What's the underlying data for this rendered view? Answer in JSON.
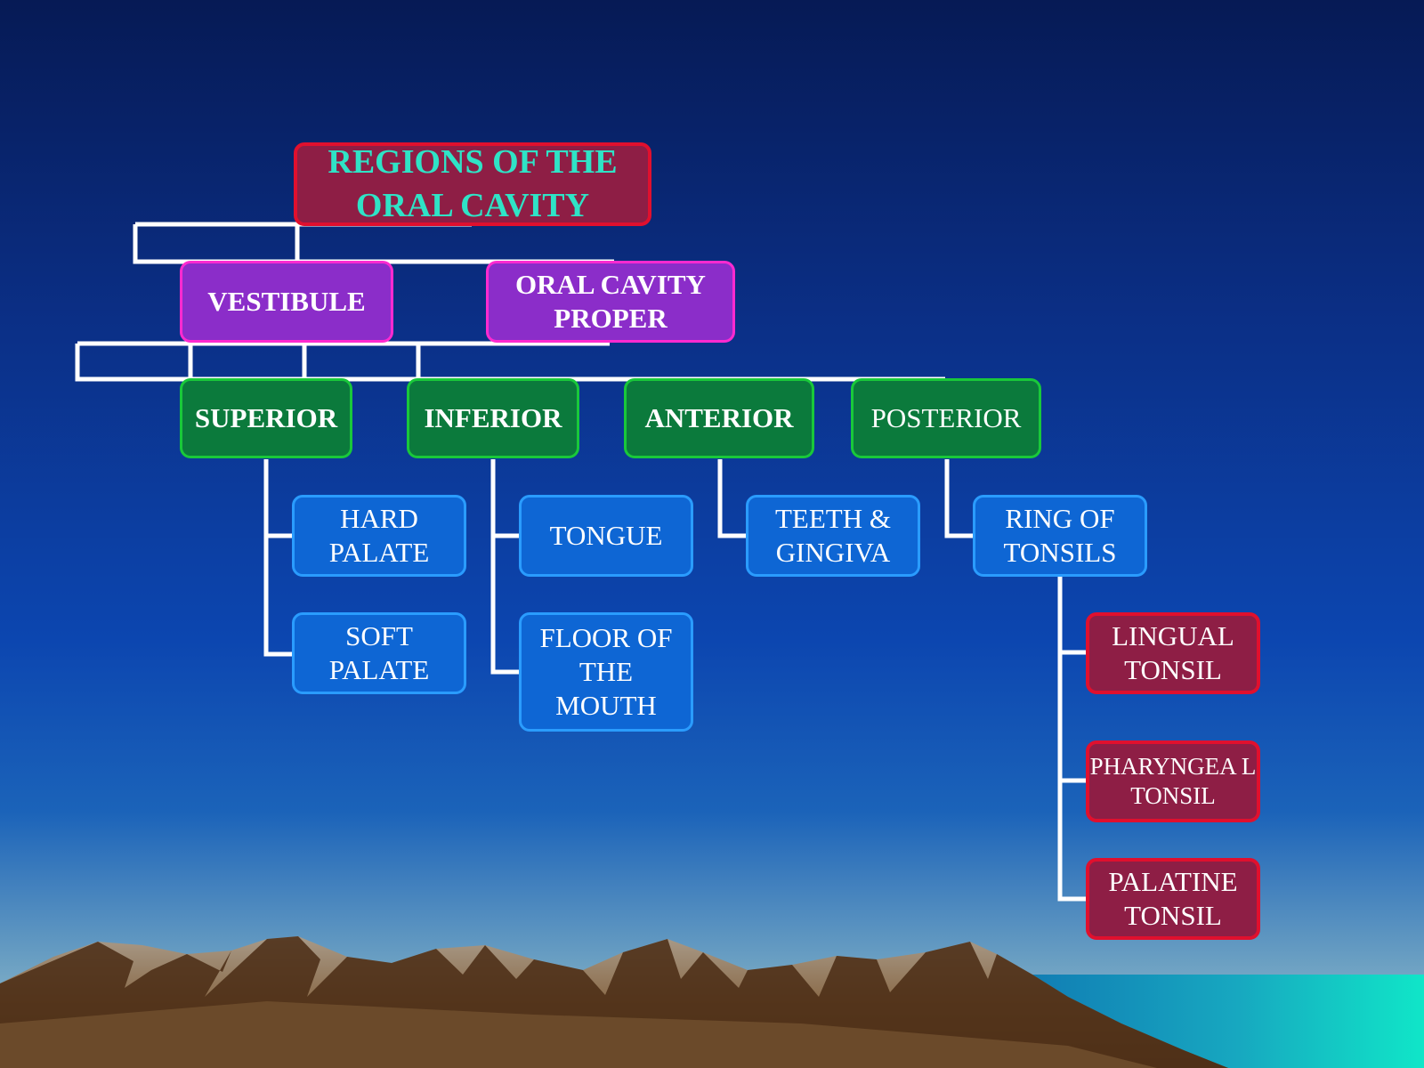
{
  "diagram": {
    "title": "REGIONS OF THE ORAL CAVITY",
    "divisions": {
      "vestibule": "VESTIBULE",
      "oral_cavity_proper": "ORAL CAVITY PROPER"
    },
    "regions": {
      "superior": "SUPERIOR",
      "inferior": "INFERIOR",
      "anterior": "ANTERIOR",
      "posterior": "POSTERIOR"
    },
    "structures": {
      "hard_palate": "HARD PALATE",
      "soft_palate": "SOFT PALATE",
      "tongue": "TONGUE",
      "floor_of_the_mouth": "FLOOR OF THE MOUTH",
      "teeth_gingiva": "TEETH & GINGIVA",
      "ring_of_tonsils": "RING OF TONSILS"
    },
    "tonsils": {
      "lingual": "LINGUAL TONSIL",
      "pharyngeal": "PHARYNGEA L TONSIL",
      "palatine": "PALATINE TONSIL"
    }
  },
  "colors": {
    "title_box": "#8e1e45",
    "title_border": "#e0102e",
    "title_text": "#2fe3c6",
    "division_box": "#8b2dc9",
    "division_border": "#ff2ad0",
    "region_box": "#0b7a3c",
    "region_border": "#19c83a",
    "structure_box": "#0e66d4",
    "structure_border": "#2a9cff",
    "tonsil_box": "#8e1e45",
    "tonsil_border": "#e0102e",
    "connector": "#ffffff"
  }
}
